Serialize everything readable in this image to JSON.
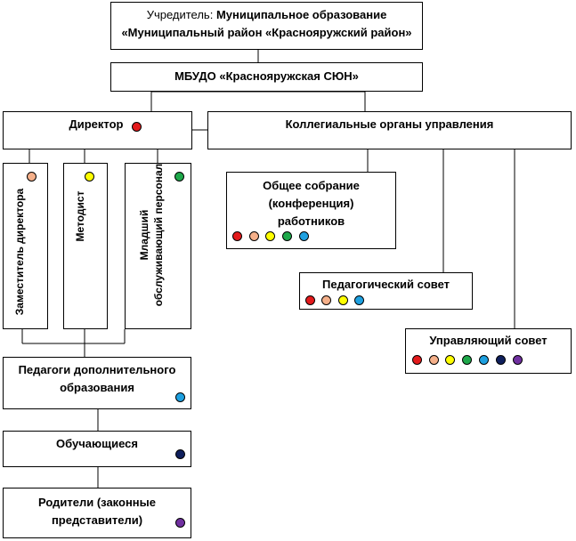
{
  "founder": {
    "label_prefix": "Учредитель: ",
    "label_bold": "Муниципальное образование",
    "line2": "«Муниципальный район «Краснояружский район»"
  },
  "institution": "МБУДО «Краснояружская СЮН»",
  "director": "Директор",
  "collegial": "Коллегиальные органы управления",
  "deputy": "Заместитель директора",
  "methodist": "Методист",
  "staff_line1": "Младший",
  "staff_line2": "обслуживающий персонал",
  "general_meeting": [
    "Общее собрание",
    "(конференция)",
    "работников"
  ],
  "ped_council": "Педагогический совет",
  "gov_council": "Управляющий совет",
  "teachers": [
    "Педагоги дополнительного",
    "образования"
  ],
  "students": "Обучающиеся",
  "parents": [
    "Родители (законные",
    "представители)"
  ],
  "colors": {
    "director": "#e31a1c",
    "deputy": "#f5b08a",
    "methodist": "#ffff00",
    "staff": "#1ea84a",
    "teachers": "#1ea0e0",
    "students": "#0f1f5c",
    "parents": "#7030a0"
  }
}
